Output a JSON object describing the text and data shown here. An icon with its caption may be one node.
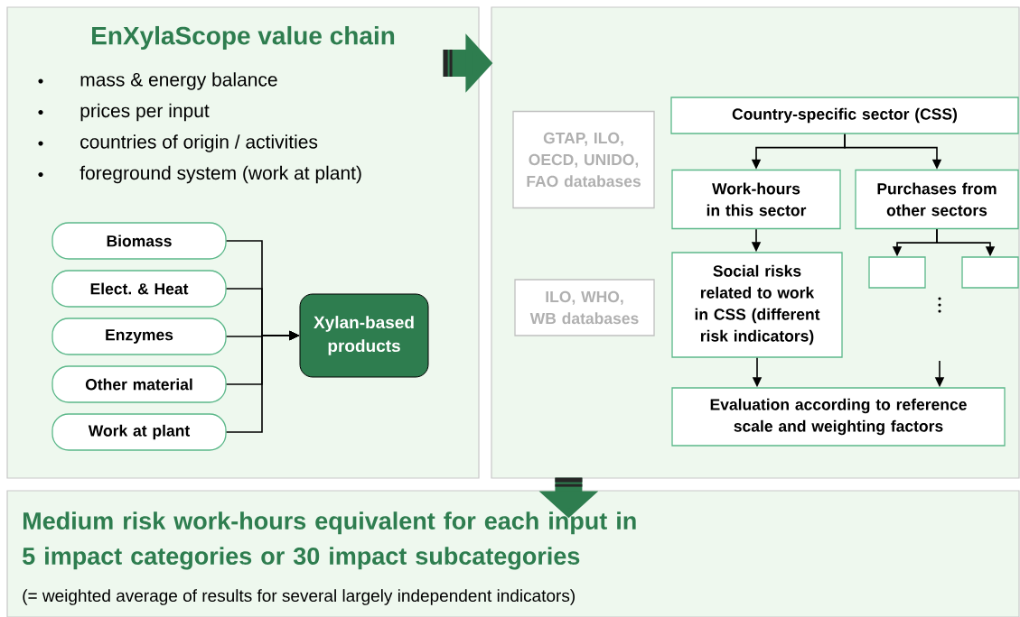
{
  "diagram": {
    "nodes": [
      {
        "text": [
          "EnXylaScope value chain",
          "mass & energy balance",
          "prices per input",
          "countries of origin / activities",
          "foreground system (work at plant)"
        ]
      },
      {
        "text": [],
        "shape": "box"
      },
      {
        "text": [
          "Medium risk work-hours equivalent for each input in 5 impact categories or 30 impact subcategories",
          "(= weighted average of results for several largely independent indicators)"
        ]
      },
      {
        "text": [
          "Biomass"
        ],
        "in": 0
      },
      {
        "text": [
          "Elect. & Heat"
        ],
        "in": 0
      },
      {
        "text": [
          "Enzymes"
        ],
        "in": 0
      },
      {
        "text": [
          "Other material"
        ],
        "in": 0
      },
      {
        "text": [
          "Work at plant"
        ],
        "in": 0
      },
      {
        "text": [
          "Xylan-based products"
        ],
        "in": 0
      },
      {
        "text": [
          "Country-specific sector (CSS)"
        ],
        "in": 1
      },
      {
        "text": [
          "GTAP, ILO, OECD, UNIDO, FAO databases"
        ],
        "in": 1
      },
      {
        "text": [
          "Work-hours in this sector"
        ],
        "in": 1
      },
      {
        "text": [
          "Purchases from other sectors"
        ],
        "in": 1
      },
      {
        "text": [
          "Social risks related to work in CSS (different risk indicators)"
        ],
        "in": 1
      },
      {
        "text": [],
        "shape": "box",
        "in": 1
      },
      {
        "text": [],
        "shape": "box",
        "in": 1
      },
      {
        "text": [
          "ILO, WHO, WB databases"
        ],
        "in": 1
      },
      {
        "text": [
          "Evaluation according to reference scale and weighting factors"
        ],
        "in": 1
      }
    ],
    "edges": [
      {
        "from": 3,
        "to": 8,
        "arrow": "to"
      },
      {
        "from": 4,
        "to": 8,
        "arrow": "to"
      },
      {
        "from": 5,
        "to": 8,
        "arrow": "to"
      },
      {
        "from": 6,
        "to": 8,
        "arrow": "to"
      },
      {
        "from": 7,
        "to": 8,
        "arrow": "to"
      },
      {
        "from": 9,
        "to": 11,
        "arrow": "to"
      },
      {
        "from": 9,
        "to": 12,
        "arrow": "to"
      },
      {
        "from": 11,
        "to": 13,
        "arrow": "to"
      },
      {
        "from": 12,
        "to": 14,
        "arrow": "to"
      },
      {
        "from": 12,
        "to": 15,
        "arrow": "to"
      },
      {
        "from": 13,
        "to": 17,
        "arrow": "to"
      },
      {
        "from": null,
        "to": 17,
        "arrow": "to"
      },
      {
        "from": 0,
        "to": 1,
        "arrow": "to",
        "style": "thick",
        "color": "#2e7d4f"
      },
      {
        "from": 1,
        "to": 2,
        "arrow": "to",
        "style": "thick",
        "color": "#2e7d4f"
      }
    ]
  }
}
